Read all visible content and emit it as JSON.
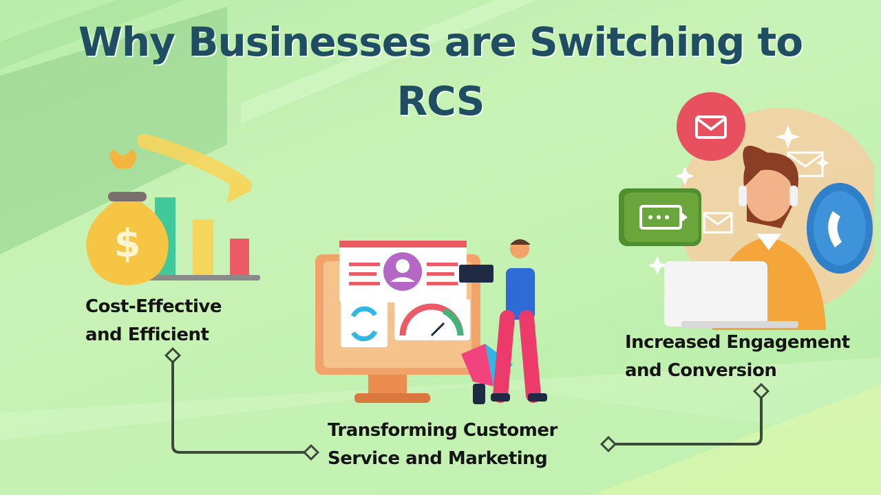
{
  "title": "Why Businesses are Switching to RCS",
  "items": [
    {
      "label": "Cost-Effective and Efficient"
    },
    {
      "label": "Transforming Customer Service and Marketing"
    },
    {
      "label": "Increased Engagement and Conversion"
    }
  ],
  "illustrations": {
    "cost": "money-bag-bar-chart",
    "service": "monitor-megaphone-person",
    "engagement": "support-agent-laptop"
  },
  "colors": {
    "title": "#1f4e62",
    "label": "#141414",
    "connector": "#3a4a38",
    "background": "#c4f0b3"
  }
}
